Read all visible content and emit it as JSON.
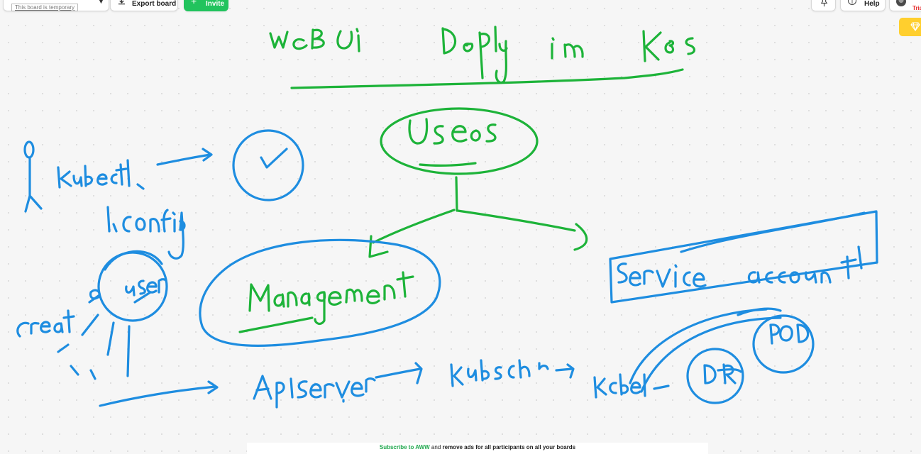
{
  "toolbar": {
    "board_label": "This board is temporary",
    "export_label": "Export board",
    "invite_label": "Invite",
    "help_label": "Help",
    "trial_label": "Tria"
  },
  "ad": {
    "link_text": "Subscribe to AWW",
    "middle_text": " and ",
    "strong_text": "remove ads for all participants on all your boards"
  },
  "colors": {
    "pen_green": "#1db339",
    "pen_blue": "#1e8de0",
    "invite_green": "#21c35d",
    "premium_yellow": "#ffcf2e"
  },
  "icons": [
    "download-icon",
    "add-user-icon",
    "pin-icon",
    "info-icon",
    "gem-icon",
    "chevron-down-icon"
  ]
}
